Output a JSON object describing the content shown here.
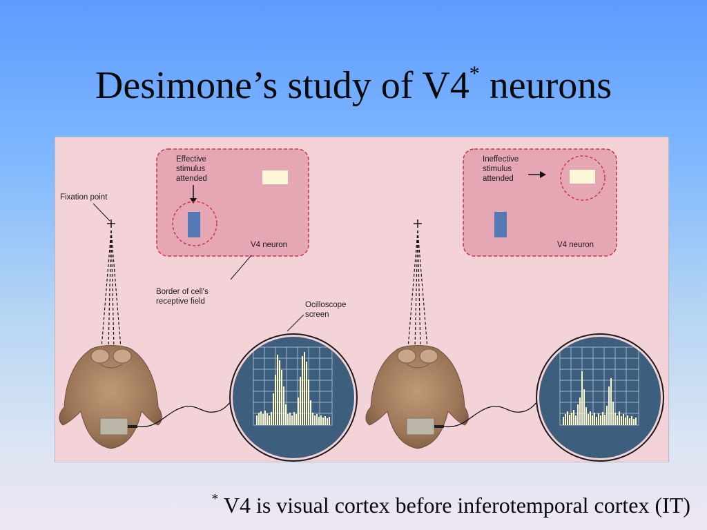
{
  "slide": {
    "title_main": "Desimone’s study of V4",
    "title_star": "*",
    "title_end": " neurons",
    "footnote_star": "*",
    "footnote_text": " V4 is visual cortex before inferotemporal cortex (IT)"
  },
  "figure": {
    "left_panel": {
      "label_lines": [
        "Effective",
        "stimulus",
        "attended"
      ],
      "neuron_label": "V4 neuron"
    },
    "right_panel": {
      "label_lines": [
        "Ineffective",
        "stimulus",
        "attended"
      ],
      "neuron_label": "V4 neuron"
    },
    "fixation_label": "Fixation point",
    "border_label_lines": [
      "Border of cell's",
      "receptive field"
    ],
    "oscilloscope_label_lines": [
      "Ocilloscope",
      "screen"
    ],
    "colors": {
      "background_panel": "#f3d3d8",
      "neuron_box": "#e6a7b4",
      "dashed_border": "#cc3344",
      "scope_screen": "#3d5f7d",
      "bar_stimulus": "#5577b4",
      "light_stimulus": "#fff8d8",
      "monkey": "#a07a5d"
    },
    "icons": [
      "monkey-head-icon",
      "electrode-icon",
      "crosshair-icon"
    ]
  }
}
